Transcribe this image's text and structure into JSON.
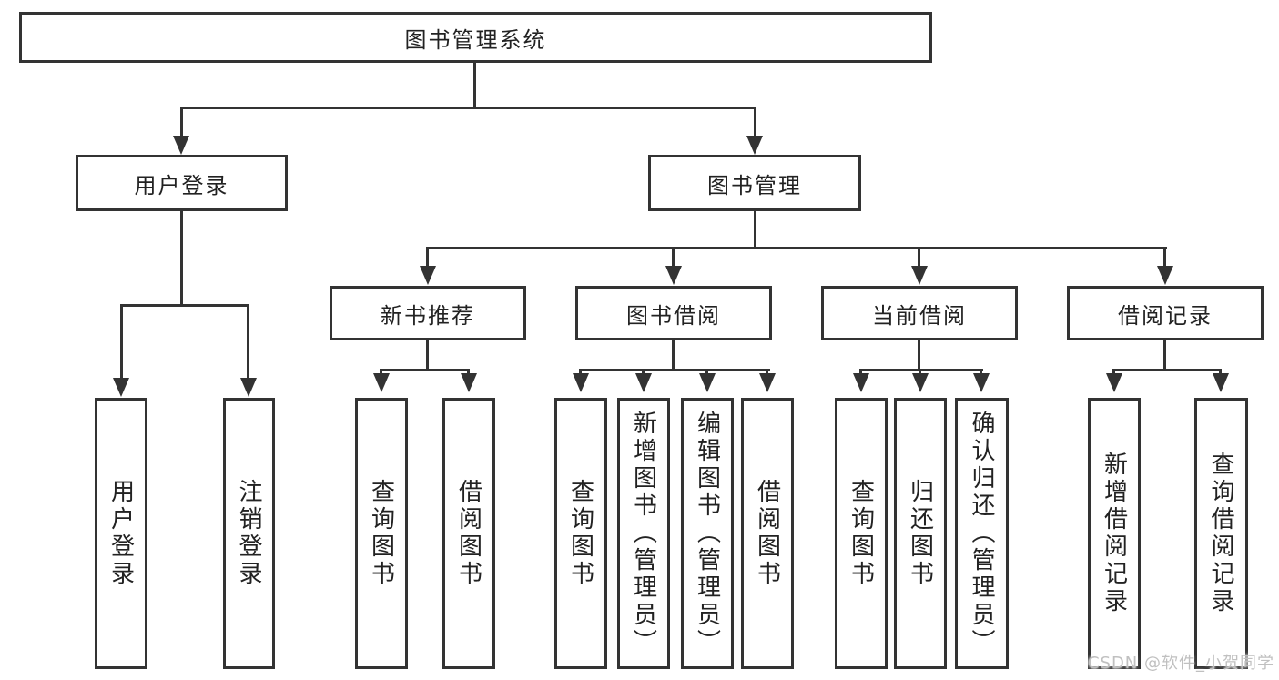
{
  "tree": {
    "root": "图书管理系统",
    "children": [
      {
        "label": "用户登录",
        "children": [
          {
            "label": "用户登录"
          },
          {
            "label": "注销登录"
          }
        ]
      },
      {
        "label": "图书管理",
        "children": [
          {
            "label": "新书推荐",
            "children": [
              {
                "label": "查询图书"
              },
              {
                "label": "借阅图书"
              }
            ]
          },
          {
            "label": "图书借阅",
            "children": [
              {
                "label": "查询图书"
              },
              {
                "label": "新增图书（管理员）"
              },
              {
                "label": "编辑图书（管理员）"
              },
              {
                "label": "借阅图书"
              }
            ]
          },
          {
            "label": "当前借阅",
            "children": [
              {
                "label": "查询图书"
              },
              {
                "label": "归还图书"
              },
              {
                "label": "确认归还（管理员）"
              }
            ]
          },
          {
            "label": "借阅记录",
            "children": [
              {
                "label": "新增借阅记录"
              },
              {
                "label": "查询借阅记录"
              }
            ]
          }
        ]
      }
    ]
  },
  "watermark": "CSDN @软件_小贺同学",
  "colors": {
    "line": "#333333",
    "text": "#222222",
    "box_background": "#ffffff",
    "page_background": "#ffffff",
    "watermark": "#c0c0c0"
  }
}
